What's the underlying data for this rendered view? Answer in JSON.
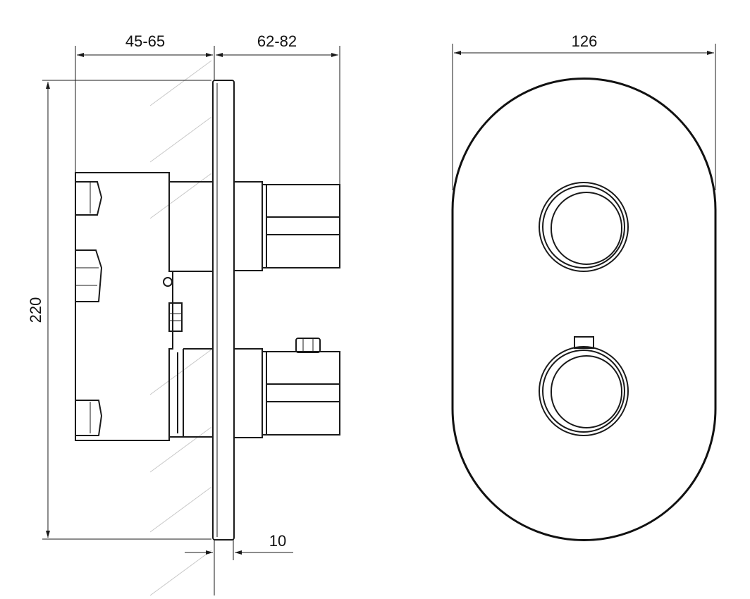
{
  "diagram": {
    "dimensions": {
      "wall_depth": "45-65",
      "protrusion": "62-82",
      "plate_thickness": "10",
      "height": "220",
      "width": "126"
    }
  }
}
